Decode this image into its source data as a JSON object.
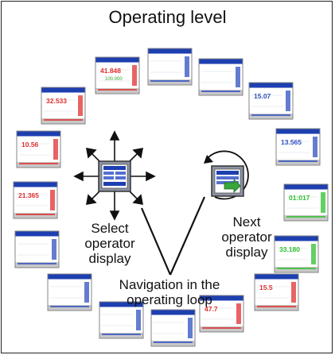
{
  "diagram": {
    "title": "Operating level",
    "select_label": "Select\noperator\ndisplay",
    "next_label": "Next\noperator\ndisplay",
    "loop_label": "Navigation in the\noperating loop"
  },
  "screens": [
    {
      "value": "41.848",
      "sub": "100.000",
      "color": "#e03030"
    },
    {
      "value": "",
      "sub": "",
      "color": "#3050c0"
    },
    {
      "value": "",
      "sub": "",
      "color": "#3050c0"
    },
    {
      "value": "15.07",
      "sub": "",
      "color": "#3050c0"
    },
    {
      "value": "13.565",
      "sub": "",
      "color": "#3050c0"
    },
    {
      "value": "01:017",
      "sub": "",
      "color": "#30c030"
    },
    {
      "value": "33.180",
      "sub": "",
      "color": "#30c030"
    },
    {
      "value": "15.5",
      "sub": "",
      "color": "#e03030"
    },
    {
      "value": "47.7",
      "sub": "",
      "color": "#e03030"
    },
    {
      "value": "",
      "sub": "",
      "color": "#3050c0"
    },
    {
      "value": "",
      "sub": "",
      "color": "#3050c0"
    },
    {
      "value": "",
      "sub": "",
      "color": "#3050c0"
    },
    {
      "value": "",
      "sub": "",
      "color": "#3050c0"
    },
    {
      "value": "21.365",
      "sub": "",
      "color": "#e03030"
    },
    {
      "value": "10.56",
      "sub": "",
      "color": "#e03030"
    },
    {
      "value": "32.533",
      "sub": "",
      "color": "#e03030"
    }
  ],
  "colors": {
    "screen_header": "#1d3fb0",
    "screen_footer": "#c8c8c8",
    "key_face": "#8b93a3",
    "arrow_green": "#3aa63a"
  }
}
